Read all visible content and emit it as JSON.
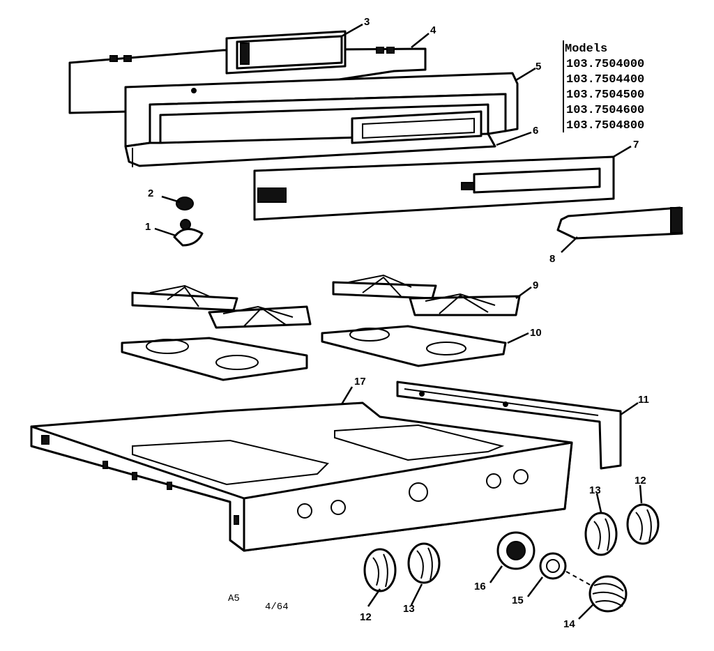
{
  "models_header": "Models",
  "models": [
    "103.7504000",
    "103.7504400",
    "103.7504500",
    "103.7504600",
    "103.7504800"
  ],
  "callouts": {
    "c1": "1",
    "c2": "2",
    "c3": "3",
    "c4": "4",
    "c5": "5",
    "c6": "6",
    "c7": "7",
    "c8": "8",
    "c9": "9",
    "c10": "10",
    "c11": "11",
    "c12a": "12",
    "c12b": "12",
    "c13a": "13",
    "c13b": "13",
    "c14": "14",
    "c15": "15",
    "c16": "16",
    "c17": "17"
  },
  "footer": {
    "code": "A5",
    "date": "4/64"
  }
}
